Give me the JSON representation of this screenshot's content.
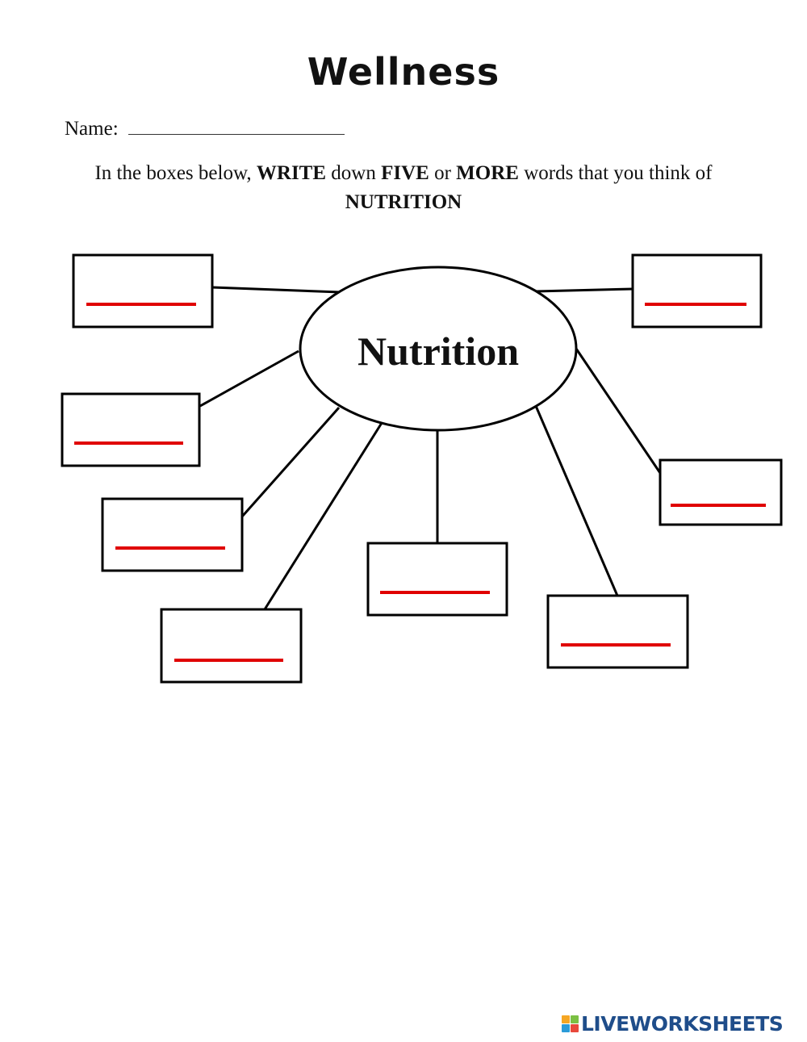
{
  "worksheet": {
    "title": "Wellness",
    "name_label": "Name:",
    "instructions": {
      "part1": "In the boxes below, ",
      "bold1": "WRITE",
      "part2": " down ",
      "bold2": "FIVE",
      "part3": " or ",
      "bold3": "MORE",
      "part4": " words that you think of",
      "bold4": "NUTRITION"
    }
  },
  "diagram": {
    "center_label": "Nutrition",
    "answer_boxes": [
      {
        "id": "top-left",
        "answer": ""
      },
      {
        "id": "upper-left",
        "answer": ""
      },
      {
        "id": "middle-left",
        "answer": ""
      },
      {
        "id": "bottom-left",
        "answer": ""
      },
      {
        "id": "bottom-center",
        "answer": ""
      },
      {
        "id": "bottom-right",
        "answer": ""
      },
      {
        "id": "middle-right",
        "answer": ""
      },
      {
        "id": "top-right",
        "answer": ""
      }
    ],
    "colors": {
      "stroke": "#000000",
      "answer_line": "#e00000"
    }
  },
  "footer": {
    "brand": "LIVEWORKSHEETS",
    "logo_icon": "liveworksheets-logo-icon",
    "logo_colors": [
      "#f5a623",
      "#7bc043",
      "#2b9bd8",
      "#e8483b"
    ]
  }
}
